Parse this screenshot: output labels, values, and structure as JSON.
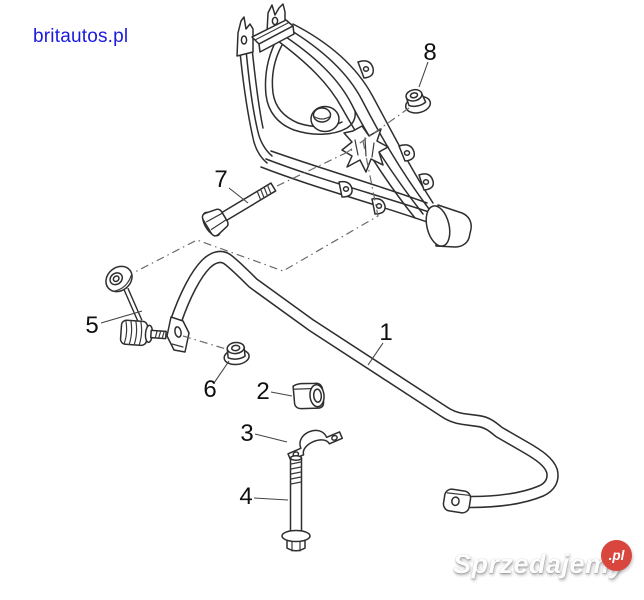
{
  "watermark": {
    "text": "britautos.pl"
  },
  "callouts": [
    {
      "number": "1"
    },
    {
      "number": "2"
    },
    {
      "number": "3"
    },
    {
      "number": "4"
    },
    {
      "number": "5"
    },
    {
      "number": "6"
    },
    {
      "number": "7"
    },
    {
      "number": "8"
    }
  ],
  "logo": {
    "name": "Sprzedajemy",
    "tld": ".pl"
  },
  "colors": {
    "watermark_blue": "#1a19e0",
    "logo_red": "#d8463e",
    "ink": "#2e2e2e"
  }
}
